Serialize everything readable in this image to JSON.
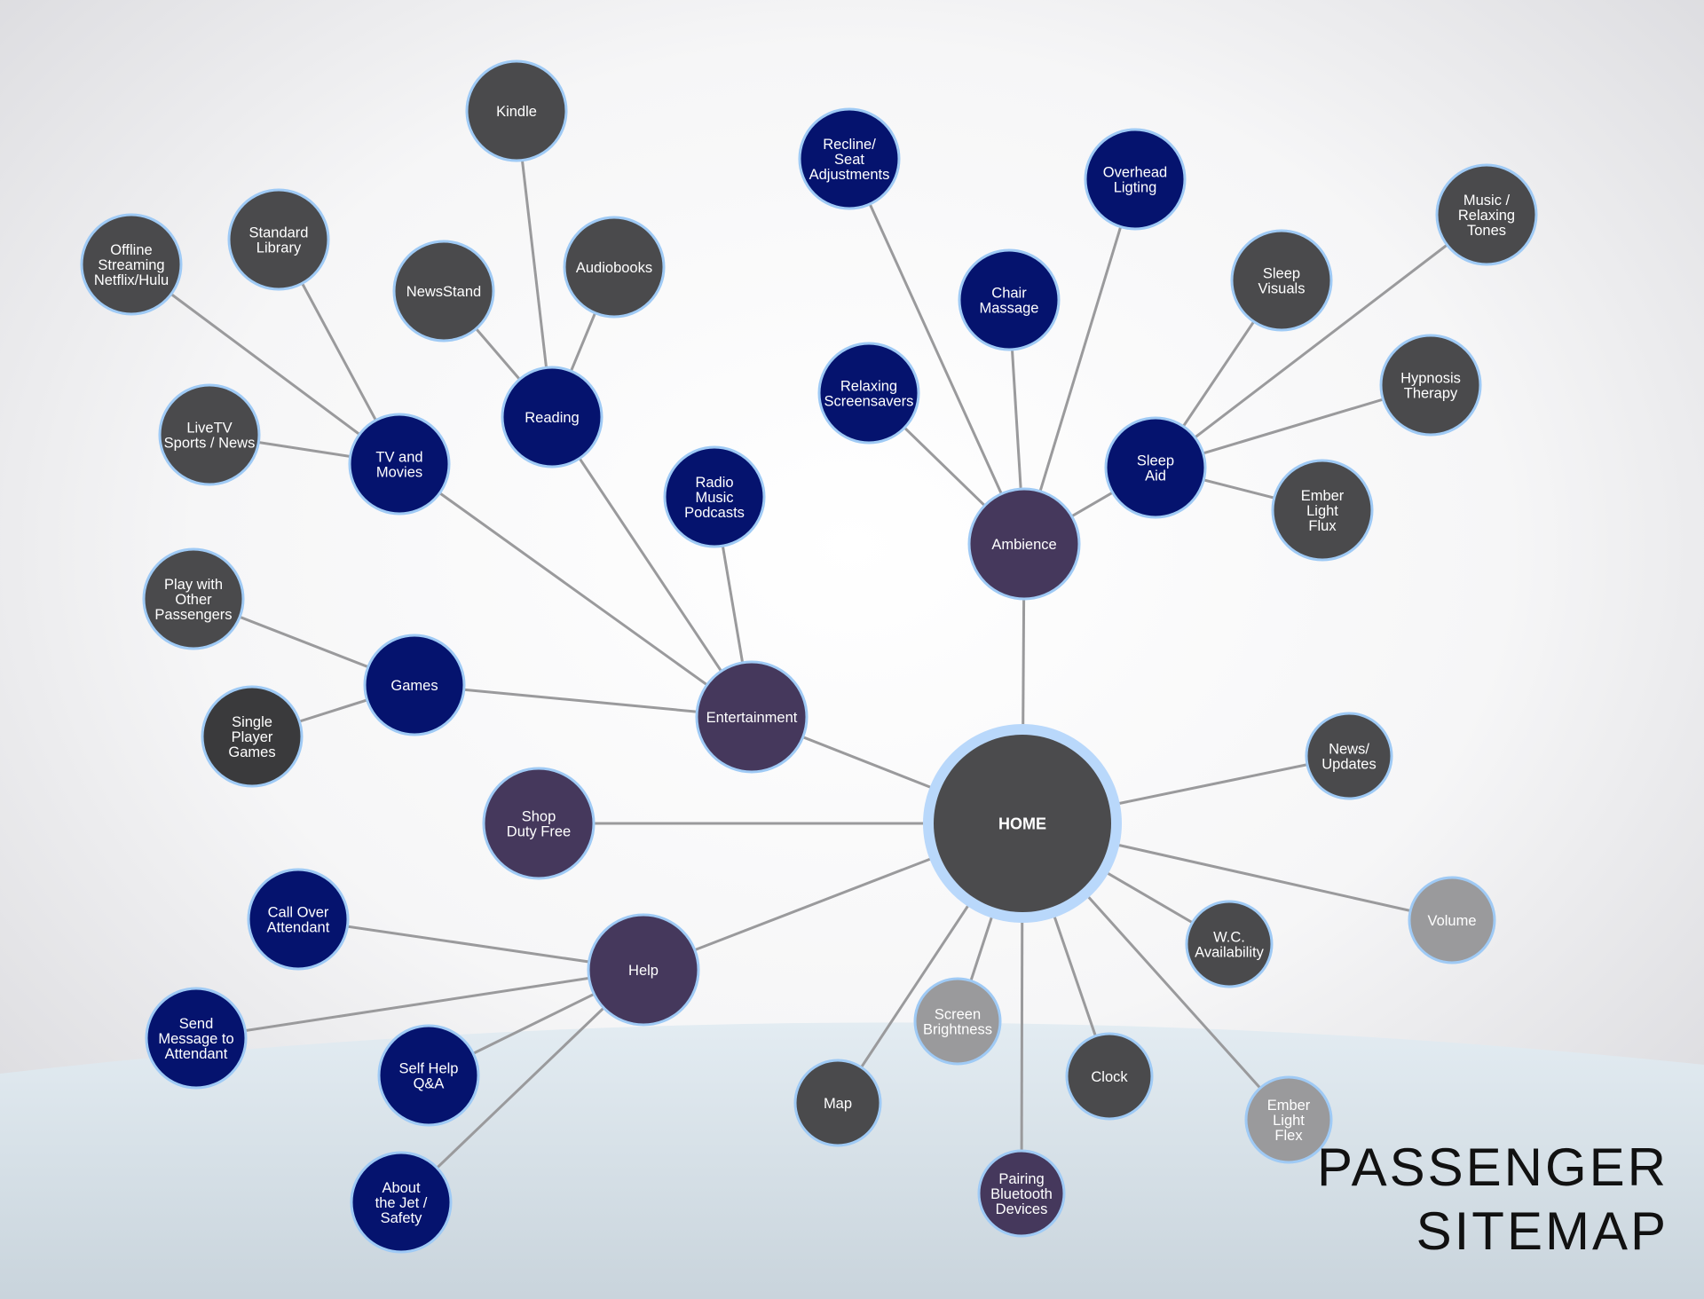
{
  "title": {
    "line1": "PASSENGER",
    "line2": "SITEMAP"
  },
  "colors": {
    "home": "#4b4b4d",
    "home_ring": "#b9d8fb",
    "category": "#45385c",
    "blue": "#05136e",
    "dark_gray": "#4a4a4c",
    "darker_gray": "#3a3a3c",
    "light_gray": "#9a9a9c",
    "node_border": "#9fcaf5",
    "edge": "#9a9a9c"
  },
  "nodes": [
    {
      "id": "home",
      "lines": [
        "HOME"
      ],
      "color": "home"
    },
    {
      "id": "entertainment",
      "lines": [
        "Entertainment"
      ],
      "color": "category"
    },
    {
      "id": "ambience",
      "lines": [
        "Ambience"
      ],
      "color": "category"
    },
    {
      "id": "help",
      "lines": [
        "Help"
      ],
      "color": "category"
    },
    {
      "id": "shop",
      "lines": [
        "Shop",
        "Duty Free"
      ],
      "color": "category"
    },
    {
      "id": "pairing",
      "lines": [
        "Pairing",
        "Bluetooth",
        "Devices"
      ],
      "color": "category"
    },
    {
      "id": "tv",
      "lines": [
        "TV and",
        "Movies"
      ],
      "color": "blue"
    },
    {
      "id": "reading",
      "lines": [
        "Reading"
      ],
      "color": "blue"
    },
    {
      "id": "radio",
      "lines": [
        "Radio",
        "Music",
        "Podcasts"
      ],
      "color": "blue"
    },
    {
      "id": "games",
      "lines": [
        "Games"
      ],
      "color": "blue"
    },
    {
      "id": "recline",
      "lines": [
        "Recline/",
        "Seat",
        "Adjustments"
      ],
      "color": "blue"
    },
    {
      "id": "overhead",
      "lines": [
        "Overhead",
        "Ligting"
      ],
      "color": "blue"
    },
    {
      "id": "chair",
      "lines": [
        "Chair",
        "Massage"
      ],
      "color": "blue"
    },
    {
      "id": "screensavers",
      "lines": [
        "Relaxing",
        "Screensavers"
      ],
      "color": "blue"
    },
    {
      "id": "sleepaid",
      "lines": [
        "Sleep",
        "Aid"
      ],
      "color": "blue"
    },
    {
      "id": "callover",
      "lines": [
        "Call Over",
        "Attendant"
      ],
      "color": "blue"
    },
    {
      "id": "sendmsg",
      "lines": [
        "Send",
        "Message to",
        "Attendant"
      ],
      "color": "blue"
    },
    {
      "id": "selfhelp",
      "lines": [
        "Self Help",
        "Q&A"
      ],
      "color": "blue"
    },
    {
      "id": "about",
      "lines": [
        "About",
        "the Jet /",
        "Safety"
      ],
      "color": "blue"
    },
    {
      "id": "kindle",
      "lines": [
        "Kindle"
      ],
      "color": "dark_gray"
    },
    {
      "id": "audiobooks",
      "lines": [
        "Audiobooks"
      ],
      "color": "dark_gray"
    },
    {
      "id": "newsstand",
      "lines": [
        "NewsStand"
      ],
      "color": "dark_gray"
    },
    {
      "id": "stdlib",
      "lines": [
        "Standard",
        "Library"
      ],
      "color": "dark_gray"
    },
    {
      "id": "offline",
      "lines": [
        "Offline",
        "Streaming",
        "Netflix/Hulu"
      ],
      "color": "dark_gray"
    },
    {
      "id": "livetv",
      "lines": [
        "LiveTV",
        "Sports / News"
      ],
      "color": "dark_gray"
    },
    {
      "id": "playother",
      "lines": [
        "Play with",
        "Other",
        "Passengers"
      ],
      "color": "dark_gray"
    },
    {
      "id": "single",
      "lines": [
        "Single",
        "Player",
        "Games"
      ],
      "color": "darker_gray"
    },
    {
      "id": "music",
      "lines": [
        "Music /",
        "Relaxing",
        "Tones"
      ],
      "color": "dark_gray"
    },
    {
      "id": "sleepvis",
      "lines": [
        "Sleep",
        "Visuals"
      ],
      "color": "dark_gray"
    },
    {
      "id": "hypnosis",
      "lines": [
        "Hypnosis",
        "Therapy"
      ],
      "color": "dark_gray"
    },
    {
      "id": "flux",
      "lines": [
        "Ember",
        "Light",
        "Flux"
      ],
      "color": "dark_gray"
    },
    {
      "id": "news",
      "lines": [
        "News/",
        "Updates"
      ],
      "color": "dark_gray"
    },
    {
      "id": "wc",
      "lines": [
        "W.C.",
        "Availability"
      ],
      "color": "dark_gray"
    },
    {
      "id": "clock",
      "lines": [
        "Clock"
      ],
      "color": "dark_gray"
    },
    {
      "id": "map",
      "lines": [
        "Map"
      ],
      "color": "dark_gray"
    },
    {
      "id": "volume",
      "lines": [
        "Volume"
      ],
      "color": "light_gray"
    },
    {
      "id": "brightness",
      "lines": [
        "Screen",
        "Brightness"
      ],
      "color": "light_gray"
    },
    {
      "id": "flex",
      "lines": [
        "Ember",
        "Light",
        "Flex"
      ],
      "color": "light_gray"
    }
  ],
  "edges": [
    [
      "home",
      "entertainment"
    ],
    [
      "home",
      "ambience"
    ],
    [
      "home",
      "help"
    ],
    [
      "home",
      "shop"
    ],
    [
      "home",
      "news"
    ],
    [
      "home",
      "volume"
    ],
    [
      "home",
      "wc"
    ],
    [
      "home",
      "flex"
    ],
    [
      "home",
      "clock"
    ],
    [
      "home",
      "pairing"
    ],
    [
      "home",
      "brightness"
    ],
    [
      "home",
      "map"
    ],
    [
      "entertainment",
      "tv"
    ],
    [
      "entertainment",
      "reading"
    ],
    [
      "entertainment",
      "radio"
    ],
    [
      "entertainment",
      "games"
    ],
    [
      "tv",
      "offline"
    ],
    [
      "tv",
      "stdlib"
    ],
    [
      "tv",
      "livetv"
    ],
    [
      "reading",
      "kindle"
    ],
    [
      "reading",
      "newsstand"
    ],
    [
      "reading",
      "audiobooks"
    ],
    [
      "games",
      "playother"
    ],
    [
      "games",
      "single"
    ],
    [
      "ambience",
      "recline"
    ],
    [
      "ambience",
      "overhead"
    ],
    [
      "ambience",
      "chair"
    ],
    [
      "ambience",
      "screensavers"
    ],
    [
      "ambience",
      "sleepaid"
    ],
    [
      "sleepaid",
      "sleepvis"
    ],
    [
      "sleepaid",
      "music"
    ],
    [
      "sleepaid",
      "hypnosis"
    ],
    [
      "sleepaid",
      "flux"
    ],
    [
      "help",
      "callover"
    ],
    [
      "help",
      "sendmsg"
    ],
    [
      "help",
      "selfhelp"
    ],
    [
      "help",
      "about"
    ]
  ]
}
